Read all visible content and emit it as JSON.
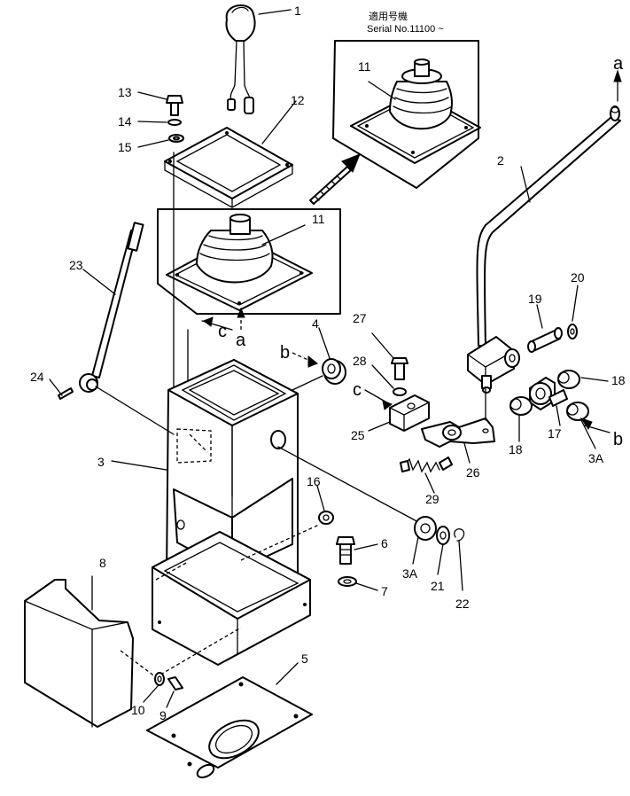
{
  "serial_note": {
    "line1": "適用号機",
    "line2": "Serial No.11100 ~"
  },
  "callouts": {
    "p1": "1",
    "p2": "2",
    "p3": "3",
    "p3a_left": "3A",
    "p3a_right": "3A",
    "p4": "4",
    "p5": "5",
    "p6": "6",
    "p7": "7",
    "p8": "8",
    "p9": "9",
    "p10": "10",
    "p11_inset": "11",
    "p11_main": "11",
    "p12": "12",
    "p13": "13",
    "p14": "14",
    "p15": "15",
    "p16": "16",
    "p17": "17",
    "p18_upper": "18",
    "p18_lower": "18",
    "p19": "19",
    "p20": "20",
    "p21": "21",
    "p22": "22",
    "p23": "23",
    "p24": "24",
    "p25": "25",
    "p26": "26",
    "p27": "27",
    "p28": "28",
    "p29": "29"
  },
  "refs": {
    "a_top": "a",
    "a_bottom": "a",
    "b_left": "b",
    "b_right": "b",
    "c_left": "c",
    "c_mid": "c"
  }
}
